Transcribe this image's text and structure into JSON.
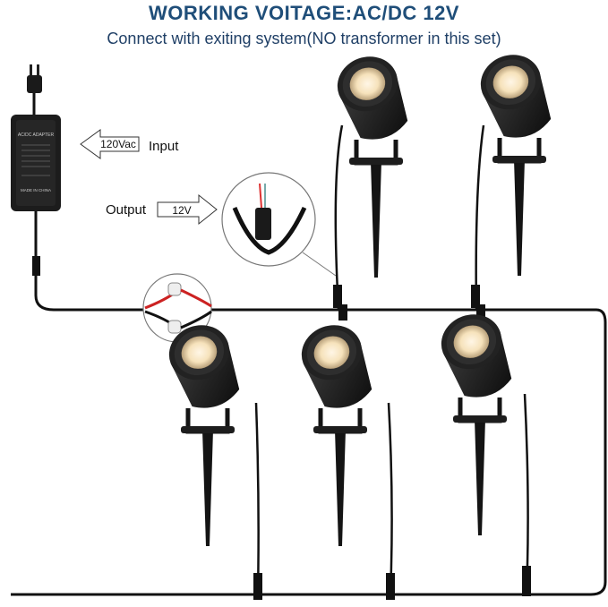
{
  "header": {
    "title": "WORKING VOITAGE:AC/DC 12V",
    "subtitle": "Connect with exiting system(NO transformer in this set)"
  },
  "adapter": {
    "label_lines": [
      "AC/DC ADAPTER",
      "MADE IN CHINA"
    ]
  },
  "input": {
    "arrow_value": "120Vac",
    "label": "Input"
  },
  "output": {
    "label": "Output",
    "arrow_value": "12V"
  },
  "colors": {
    "title": "#1f4e79",
    "cable": "#111111",
    "lamp_body": "#1a1a1a",
    "led": "#f3d9a8"
  }
}
